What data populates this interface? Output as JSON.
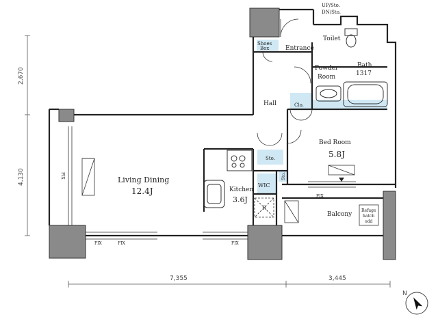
{
  "rooms": {
    "living_dining": {
      "name": "Living Dining",
      "size": "12.4J"
    },
    "kitchen": {
      "name": "Kitchen",
      "size": "3.6J"
    },
    "bed_room": {
      "name": "Bed Room",
      "size": "5.8J"
    },
    "hall": {
      "name": "Hall"
    },
    "entrance": {
      "name": "Entrance"
    },
    "toilet": {
      "name": "Toilet"
    },
    "powder_room": {
      "name": "Powder Room",
      "line1": "Powder",
      "line2": "Room"
    },
    "bath": {
      "name": "Bath",
      "size": "1317"
    },
    "balcony": {
      "name": "Balcony"
    }
  },
  "storage": {
    "shoes_box_line1": "Shoes",
    "shoes_box_line2": "Box",
    "clo": "Clo.",
    "sto_hall": "Sto.",
    "sto_small": "Sto.",
    "wic": "WIC",
    "refrigerator": "R",
    "up_sto": "UP/Sto.",
    "dn_sto": "DN/Sto.",
    "refuge_hatch_line1": "Refuge",
    "refuge_hatch_line2": "hatch",
    "refuge_hatch_line3": "odd"
  },
  "fix_labels": {
    "left_window": "FIX",
    "bottom_1": "FIX",
    "bottom_2": "FIX",
    "bottom_3": "FIX",
    "balcony": "FIX"
  },
  "dimensions": {
    "left_upper": "2,670",
    "left_lower": "4,130",
    "bottom_left": "7,355",
    "bottom_right": "3,445"
  },
  "compass": {
    "label": "N"
  }
}
